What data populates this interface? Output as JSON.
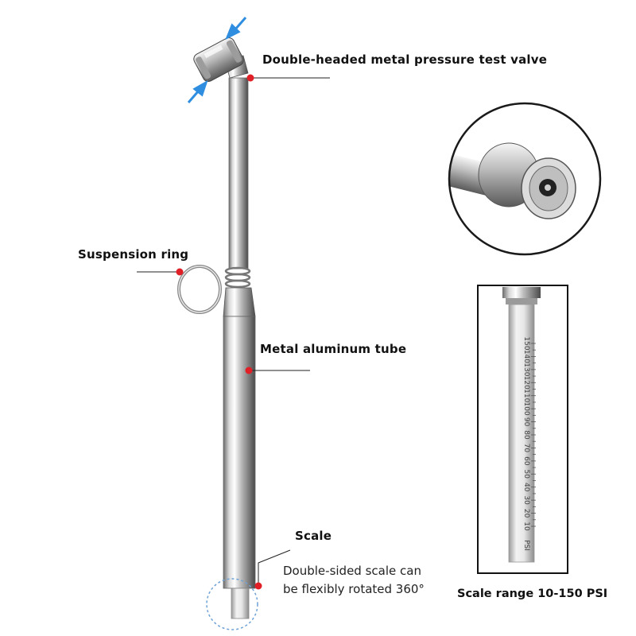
{
  "callouts": {
    "valve": "Double-headed metal pressure test valve",
    "ring": "Suspension ring",
    "tube": "Metal aluminum tube",
    "scale": "Scale"
  },
  "scale_description": {
    "line1": "Double-sided scale can",
    "line2": "be flexibly rotated 360°"
  },
  "scale_range": "Scale range 10-150 PSI",
  "scale_ticks": [
    "150",
    "140",
    "130",
    "120",
    "110",
    "100",
    "90",
    "80",
    "70",
    "60",
    "50",
    "40",
    "30",
    "20",
    "10"
  ],
  "scale_unit": "PSI",
  "colors": {
    "callout_dot": "#e01f26",
    "arrow": "#2f8ee0",
    "detail_circle": "#1a1a1a",
    "scale_circle": "#6ea2d6"
  },
  "icons": [
    "arrow-icon",
    "arrow-icon",
    "callout-dot",
    "callout-dot",
    "callout-dot",
    "callout-dot"
  ]
}
